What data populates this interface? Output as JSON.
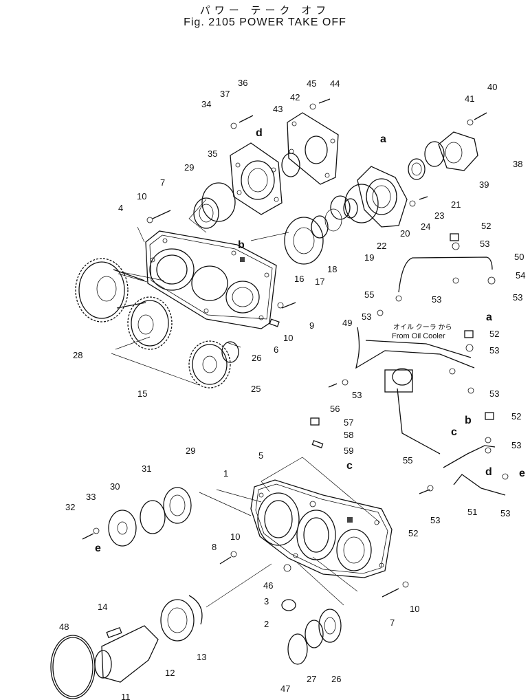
{
  "title": {
    "japanese": "パワー テーク オフ",
    "english": "Fig. 2105 POWER TAKE OFF"
  },
  "callouts": {
    "p1": "1",
    "p2": "2",
    "p3": "3",
    "p4": "4",
    "p5": "5",
    "p6": "6",
    "p7a": "7",
    "p7b": "7",
    "p8": "8",
    "p9": "9",
    "p10a": "10",
    "p10b": "10",
    "p10c": "10",
    "p10d": "10",
    "p11": "11",
    "p12": "12",
    "p13": "13",
    "p14": "14",
    "p15": "15",
    "p16": "16",
    "p17": "17",
    "p18": "18",
    "p19": "19",
    "p20": "20",
    "p21": "21",
    "p22": "22",
    "p23": "23",
    "p24": "24",
    "p25": "25",
    "p26a": "26",
    "p26b": "26",
    "p27": "27",
    "p28": "28",
    "p29a": "29",
    "p29b": "29",
    "p30": "30",
    "p31": "31",
    "p32": "32",
    "p33": "33",
    "p34": "34",
    "p35": "35",
    "p36": "36",
    "p37": "37",
    "p38": "38",
    "p39": "39",
    "p40": "40",
    "p41": "41",
    "p42": "42",
    "p43": "43",
    "p44": "44",
    "p45": "45",
    "p46": "46",
    "p47": "47",
    "p48": "48",
    "p49": "49",
    "p50": "50",
    "p51": "51",
    "p52a": "52",
    "p52b": "52",
    "p52c": "52",
    "p52d": "52",
    "p53a": "53",
    "p53b": "53",
    "p53c": "53",
    "p53d": "53",
    "p53e": "53",
    "p53f": "53",
    "p53g": "53",
    "p53h": "53",
    "p53i": "53",
    "p54": "54",
    "p55a": "55",
    "p55b": "55",
    "p56": "56",
    "p57": "57",
    "p58": "58",
    "p59": "59"
  },
  "reference_letters": {
    "a1": "a",
    "a2": "a",
    "b1": "b",
    "b2": "b",
    "c1": "c",
    "c2": "c",
    "d1": "d",
    "d2": "d",
    "e1": "e",
    "e2": "e"
  },
  "oil_cooler_note": {
    "japanese": "オイル クーラ から",
    "english": "From Oil Cooler"
  },
  "colors": {
    "ink": "#111111",
    "paper": "#ffffff"
  }
}
